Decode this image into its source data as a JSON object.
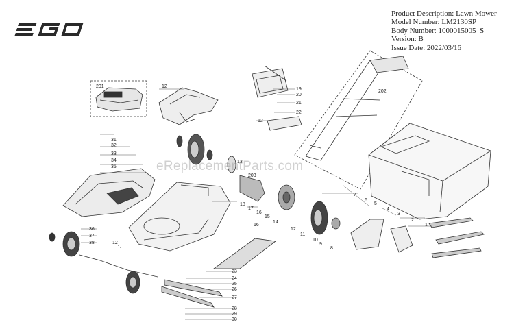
{
  "brand": {
    "logo_text": "EGO"
  },
  "info": {
    "product_description": "Product Description: Lawn Mower",
    "model_number": "Model Number: LM2130SP",
    "body_number": "Body Number: 1000015005_S",
    "version": "Version: B",
    "issue_date": "Issue Date: 2022/03/16"
  },
  "watermark": "eReplacementParts.com",
  "callouts": [
    "201",
    "12",
    "19",
    "20",
    "21",
    "22",
    "202",
    "12",
    "31",
    "32",
    "33",
    "34",
    "35",
    "18",
    "17",
    "16",
    "15",
    "14",
    "13",
    "12",
    "11",
    "10",
    "9",
    "8",
    "7",
    "6",
    "5",
    "4",
    "3",
    "2",
    "1",
    "36",
    "37",
    "38",
    "12",
    "16",
    "23",
    "24",
    "25",
    "26",
    "27",
    "28",
    "29",
    "30",
    "203"
  ]
}
